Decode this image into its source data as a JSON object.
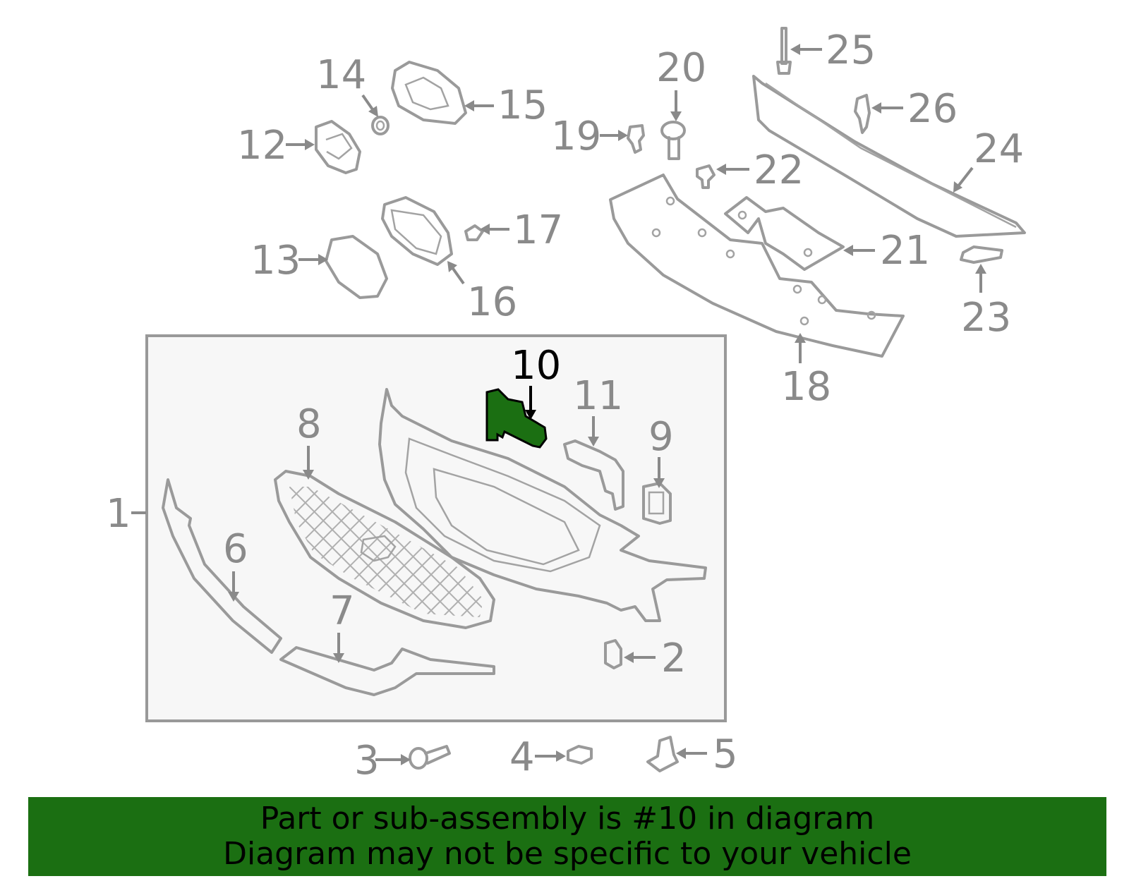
{
  "callouts": {
    "c1": "1",
    "c2": "2",
    "c3": "3",
    "c4": "4",
    "c5": "5",
    "c6": "6",
    "c7": "7",
    "c8": "8",
    "c9": "9",
    "c10": "10",
    "c11": "11",
    "c12": "12",
    "c13": "13",
    "c14": "14",
    "c15": "15",
    "c16": "16",
    "c17": "17",
    "c18": "18",
    "c19": "19",
    "c20": "20",
    "c21": "21",
    "c22": "22",
    "c23": "23",
    "c24": "24",
    "c25": "25",
    "c26": "26"
  },
  "highlight": {
    "color": "#1b6f12",
    "part": "10"
  },
  "banner": {
    "line1": "Part or sub-assembly is #10 in diagram",
    "line2": "Diagram may not be specific to your vehicle",
    "background": "#1b6f12"
  }
}
